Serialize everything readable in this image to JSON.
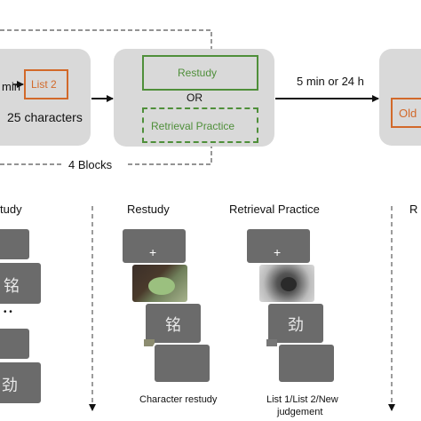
{
  "top": {
    "block1": {
      "prefix": "min",
      "list_label": "List 2",
      "count_label": "25 characters"
    },
    "block2": {
      "restudy_label": "Restudy",
      "or_label": "OR",
      "retrieval_label": "Retrieval Practice"
    },
    "delay_label": "5 min or 24 h",
    "block3_partial": "Old",
    "blocks_label": "4 Blocks"
  },
  "bottom": {
    "col1_title": "tudy",
    "col1_glyph_a": "铭",
    "col1_glyph_b": "劲",
    "col1_dots": "• •",
    "col2_title": "Restudy",
    "col2_fixation": "+",
    "col2_glyph": "铭",
    "col2_caption": "Character restudy",
    "col3_title": "Retrieval Practice",
    "col3_fixation": "+",
    "col3_glyph": "劲",
    "col3_caption_1": "List 1/List 2/New",
    "col3_caption_2": "judgement",
    "col4_title": "R"
  },
  "colors": {
    "orange": "#d2692a",
    "green": "#4f8f3a",
    "panel": "#d9d9d9",
    "square": "#6b6b6b"
  }
}
